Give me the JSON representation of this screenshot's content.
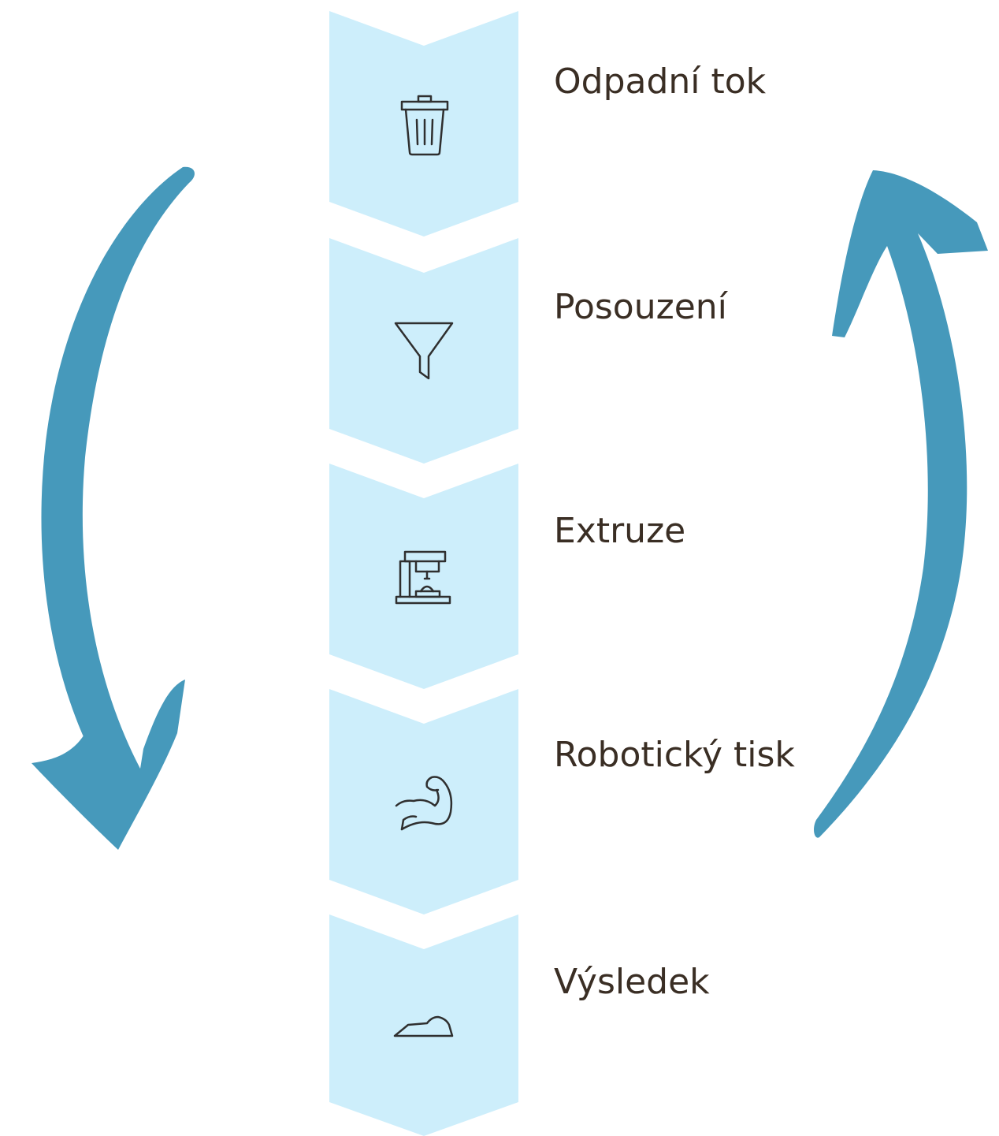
{
  "colors": {
    "chevron_fill": "#cdeefb",
    "arrow": "#4699bb",
    "icon_stroke": "#2f2f2f",
    "text": "#3a2e24"
  },
  "steps": [
    {
      "label": "Odpadní tok",
      "icon": "trash-can-icon"
    },
    {
      "label": "Posouzení",
      "icon": "funnel-icon"
    },
    {
      "label": "Extruze",
      "icon": "extruder-machine-icon"
    },
    {
      "label": "Robotický tisk",
      "icon": "flexed-arm-icon"
    },
    {
      "label": "Výsledek",
      "icon": "printed-object-icon"
    }
  ],
  "cycle_arrows": {
    "left": "down-curved-arrow-icon",
    "right": "up-curved-arrow-icon"
  }
}
